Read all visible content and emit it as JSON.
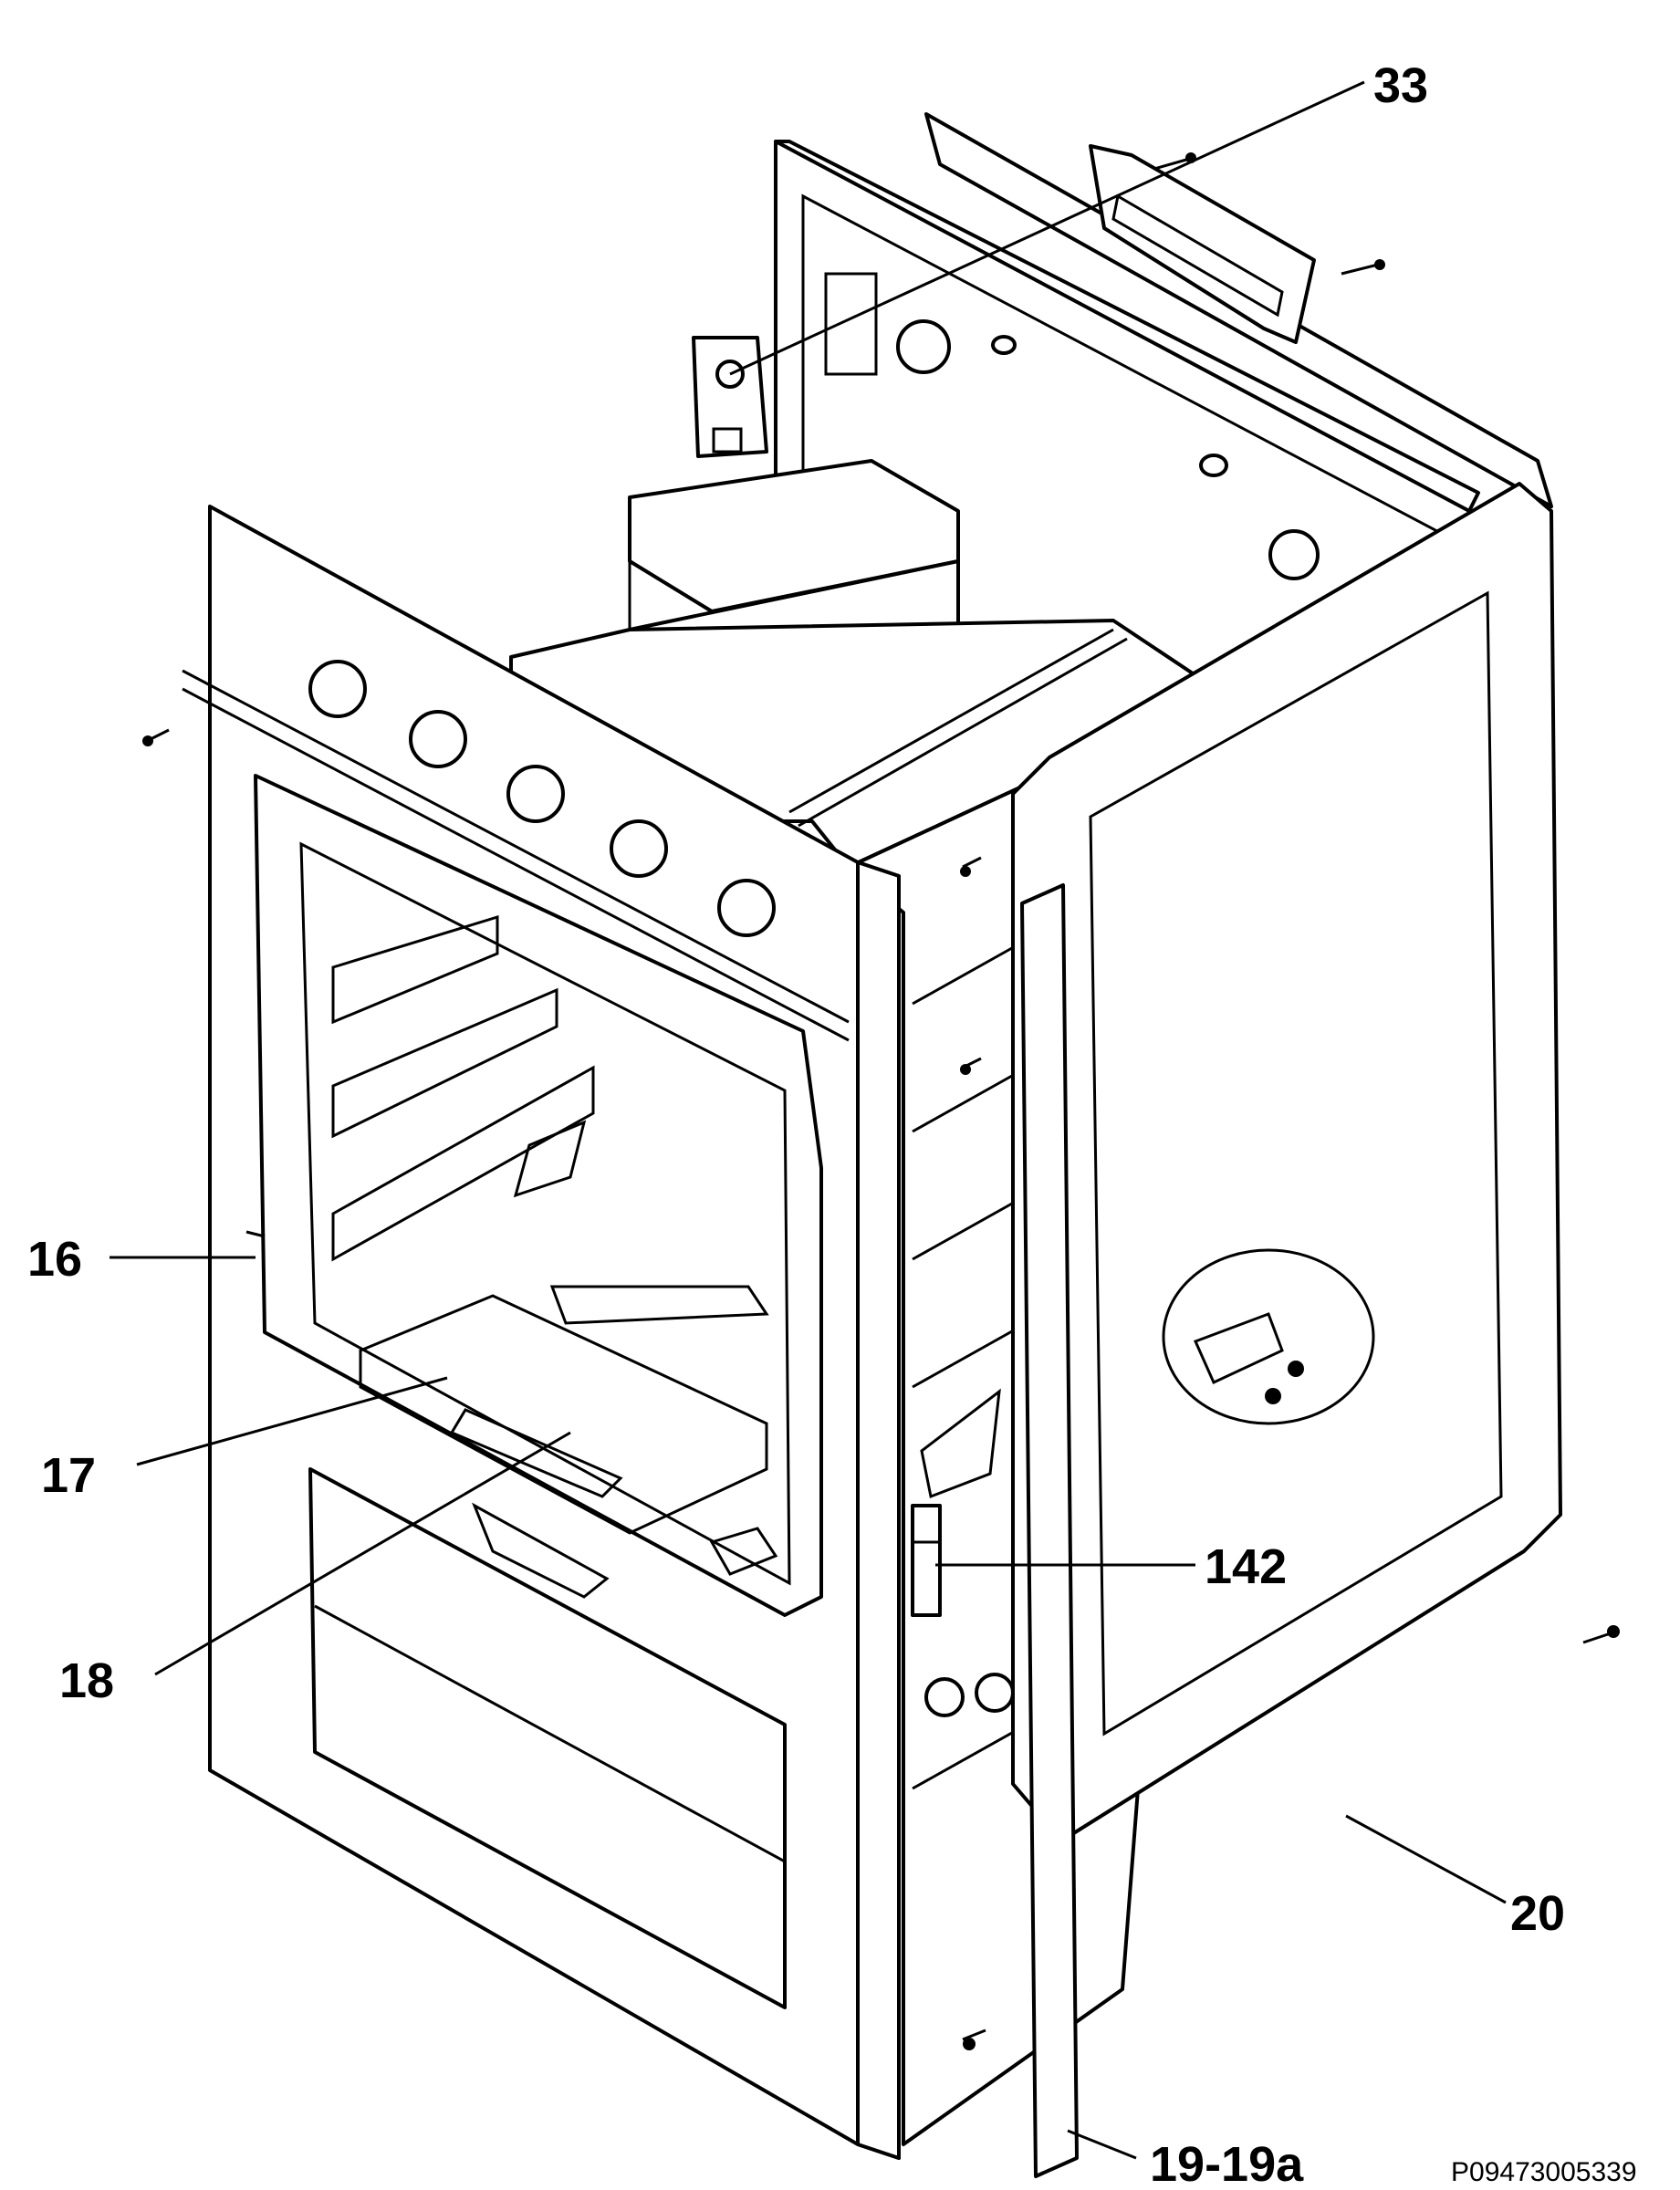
{
  "callouts": {
    "c33": "33",
    "c16": "16",
    "c17": "17",
    "c18": "18",
    "c142": "142",
    "c20": "20",
    "c19": "19-19a"
  },
  "reference_code": "P09473005339"
}
